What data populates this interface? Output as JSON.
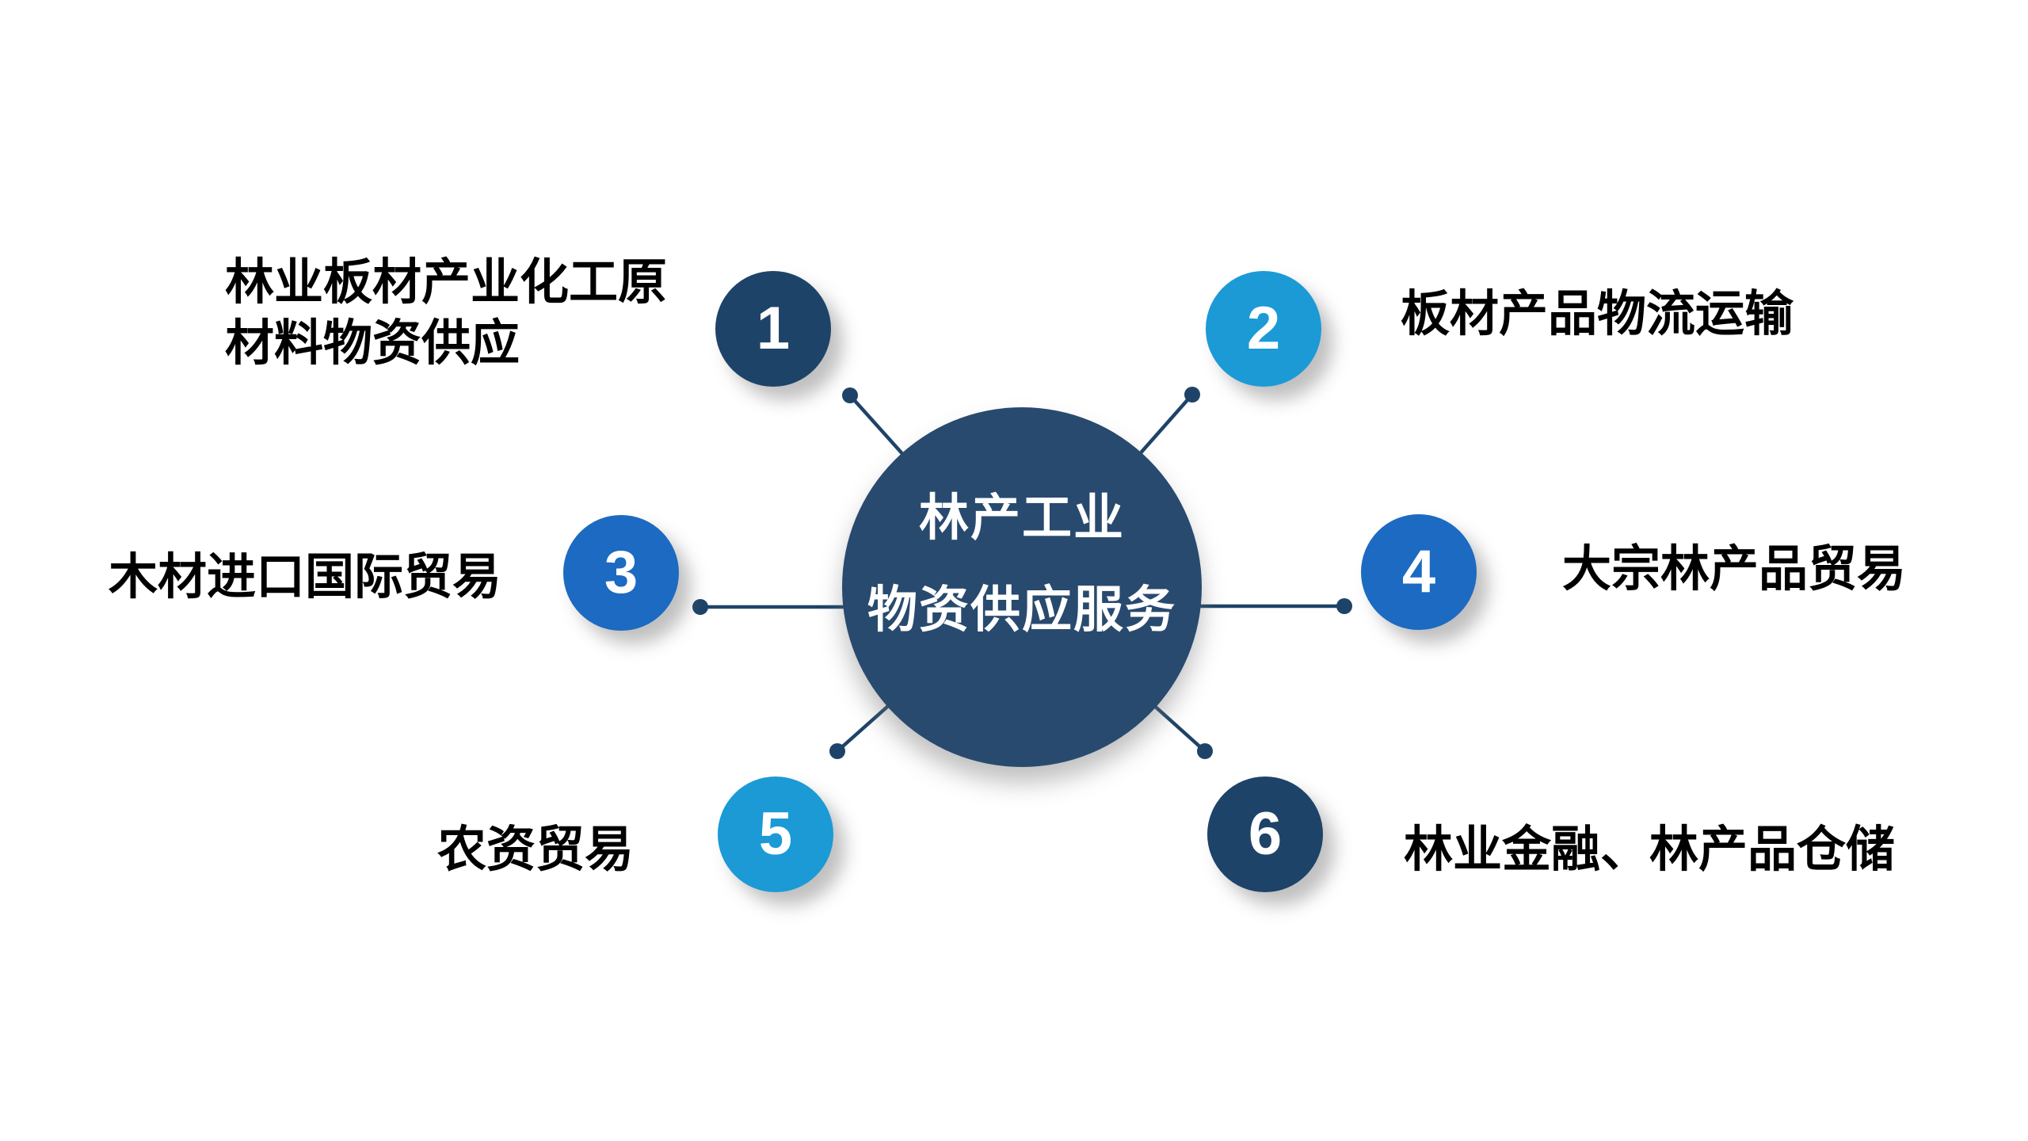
{
  "hub": {
    "title_line1": "林产工业",
    "title_line2": "物资供应服务"
  },
  "nodes": [
    {
      "number": "1",
      "label_line1": "林业板材产业化工原",
      "label_line2": "材料物资供应"
    },
    {
      "number": "2",
      "label_line1": "板材产品物流运输",
      "label_line2": ""
    },
    {
      "number": "3",
      "label_line1": "木材进口国际贸易",
      "label_line2": ""
    },
    {
      "number": "4",
      "label_line1": "大宗林产品贸易",
      "label_line2": ""
    },
    {
      "number": "5",
      "label_line1": "农资贸易",
      "label_line2": ""
    },
    {
      "number": "6",
      "label_line1": "林业金融、林产品仓储",
      "label_line2": ""
    }
  ],
  "colors": {
    "hub_circle": "#294A6F",
    "node_navy": "#1E4368",
    "node_cyan": "#1B9AD6",
    "node_blue": "#1C6AC2",
    "connector": "#1E4368",
    "label_text": "#000000",
    "number_text": "#FFFFFF",
    "background": "#FFFFFF"
  }
}
